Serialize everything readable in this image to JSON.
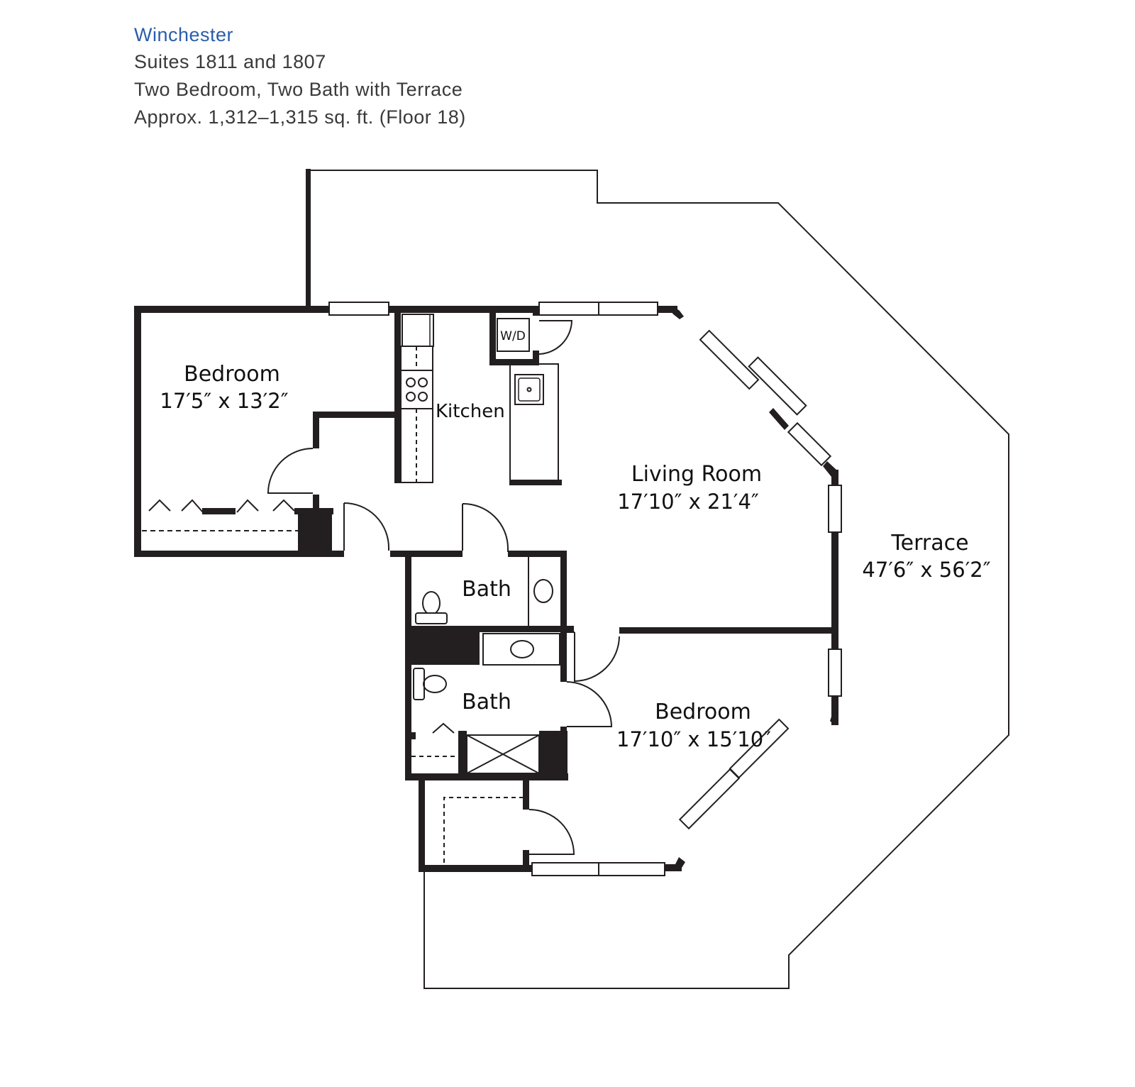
{
  "header": {
    "title": "Winchester",
    "suites": "Suites 1811 and 1807",
    "description": "Two Bedroom, Two Bath with Terrace",
    "area": "Approx. 1,312–1,315 sq. ft. (Floor 18)"
  },
  "colors": {
    "title": "#2a5ea8",
    "text": "#3a3a3a",
    "walls": "#231f20"
  },
  "rooms": [
    {
      "name": "Bedroom",
      "dims": "17′5″ x 13′2″"
    },
    {
      "name": "Kitchen",
      "dims": ""
    },
    {
      "name": "Living Room",
      "dims": "17′10″ x 21′4″"
    },
    {
      "name": "Terrace",
      "dims": "47′6″ x 56′2″"
    },
    {
      "name": "Bath",
      "dims": ""
    },
    {
      "name": "Bath",
      "dims": ""
    },
    {
      "name": "Bedroom",
      "dims": "17′10″ x 15′10″"
    }
  ],
  "fixtures": {
    "washer_dryer": "W/D"
  }
}
